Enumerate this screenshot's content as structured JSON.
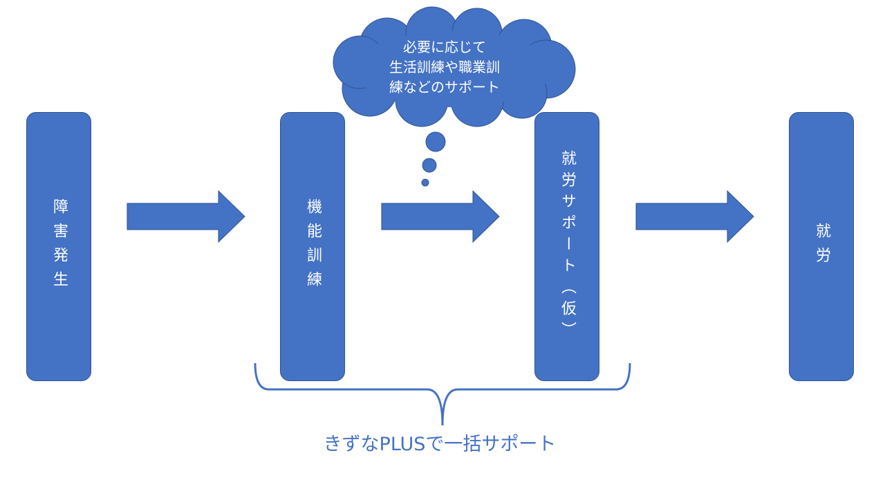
{
  "colors": {
    "shape_fill": "#4472c4",
    "shape_border": "#2f528f",
    "shape_text": "#ffffff",
    "caption_text": "#4472c4"
  },
  "boxes": [
    {
      "label": "障害発生"
    },
    {
      "label": "機能訓練"
    },
    {
      "label": "就労サポート（仮）"
    },
    {
      "label": "就労"
    }
  ],
  "callout": {
    "lines": [
      "必要に応じて",
      "生活訓練や職業訓",
      "練などのサポート"
    ]
  },
  "caption": "きずなPLUSで一括サポート"
}
